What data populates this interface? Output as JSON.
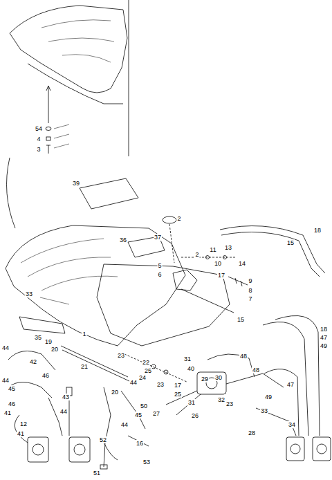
{
  "diagram": {
    "labels": [
      "54",
      "4",
      "3",
      "39",
      "2",
      "18",
      "36",
      "37",
      "2",
      "11",
      "13",
      "15",
      "5",
      "6",
      "10",
      "14",
      "17",
      "9",
      "8",
      "7",
      "33",
      "15",
      "35",
      "1",
      "19",
      "20",
      "44",
      "42",
      "46",
      "21",
      "23",
      "22",
      "25",
      "24",
      "23",
      "31",
      "40",
      "29",
      "30",
      "18",
      "47",
      "49",
      "48",
      "48",
      "44",
      "45",
      "46",
      "43",
      "44",
      "20",
      "44",
      "50",
      "45",
      "44",
      "41",
      "12",
      "41",
      "17",
      "25",
      "31",
      "32",
      "27",
      "26",
      "23",
      "47",
      "49",
      "33",
      "34",
      "28",
      "52",
      "16",
      "51",
      "53"
    ]
  }
}
